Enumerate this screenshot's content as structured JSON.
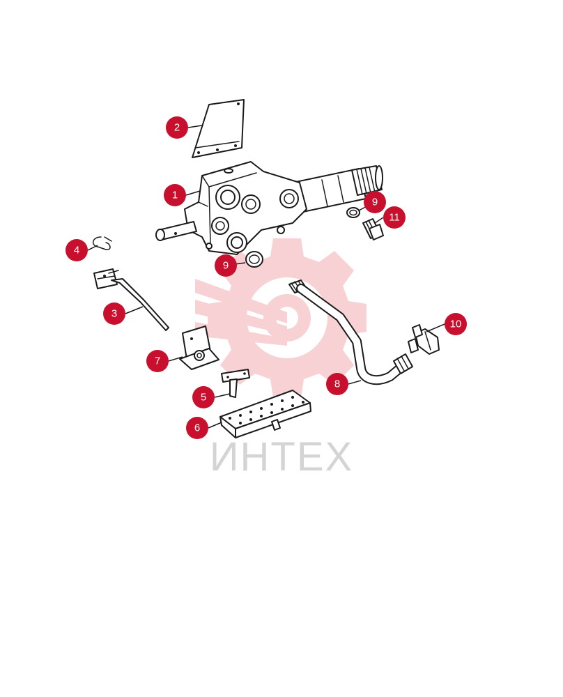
{
  "watermark": {
    "text": "ИНТЕХ",
    "gear_color": "#f6c9cc",
    "text_color": "#d4d4d4"
  },
  "badge_color": "#c8102e",
  "callouts": [
    {
      "id": "c1",
      "label": "1"
    },
    {
      "id": "c2",
      "label": "2"
    },
    {
      "id": "c3",
      "label": "3"
    },
    {
      "id": "c4",
      "label": "4"
    },
    {
      "id": "c5",
      "label": "5"
    },
    {
      "id": "c6",
      "label": "6"
    },
    {
      "id": "c7",
      "label": "7"
    },
    {
      "id": "c8",
      "label": "8"
    },
    {
      "id": "c9a",
      "label": "9"
    },
    {
      "id": "c9b",
      "label": "9"
    },
    {
      "id": "c10",
      "label": "10"
    },
    {
      "id": "c11",
      "label": "11"
    }
  ]
}
